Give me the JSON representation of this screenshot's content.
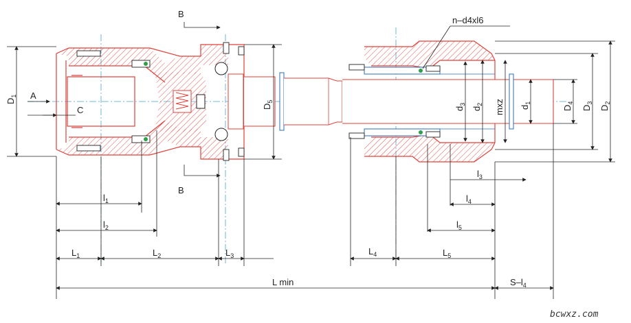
{
  "labels": {
    "B_top": "B",
    "B_bottom": "B",
    "A": "A",
    "C": "C",
    "D1": "D",
    "D1_sub": "1",
    "D5": "D",
    "D5_sub": "5",
    "D4": "D",
    "D4_sub": "4",
    "D3": "D",
    "D3_sub": "3",
    "D2": "D",
    "D2_sub": "2",
    "d3": "d",
    "d3_sub": "3",
    "d2": "d",
    "d2_sub": "2",
    "d1": "d",
    "d1_sub": "1",
    "mxz": "mxz",
    "n_d4xl6": "n–d4xl6",
    "l1": "l",
    "l1_sub": "1",
    "l2": "l",
    "l2_sub": "2",
    "l3": "l",
    "l3_sub": "3",
    "l4": "l",
    "l4_sub": "4",
    "l5": "l",
    "l5_sub": "5",
    "L1": "L",
    "L1_sub": "1",
    "L2": "L",
    "L2_sub": "2",
    "L3": "L",
    "L3_sub": "3",
    "L4": "L",
    "L4_sub": "4",
    "L5": "L",
    "L5_sub": "5",
    "Lmin": "L min",
    "S_l4": "S–l",
    "S_l4_sub": "4"
  },
  "watermark": "bcwxz.com",
  "colors": {
    "outline": "#e0403a",
    "hatch": "#e0403a",
    "dimension": "#222222",
    "centerline": "#4aa3c8",
    "detail_blue": "#2b6cb0"
  }
}
